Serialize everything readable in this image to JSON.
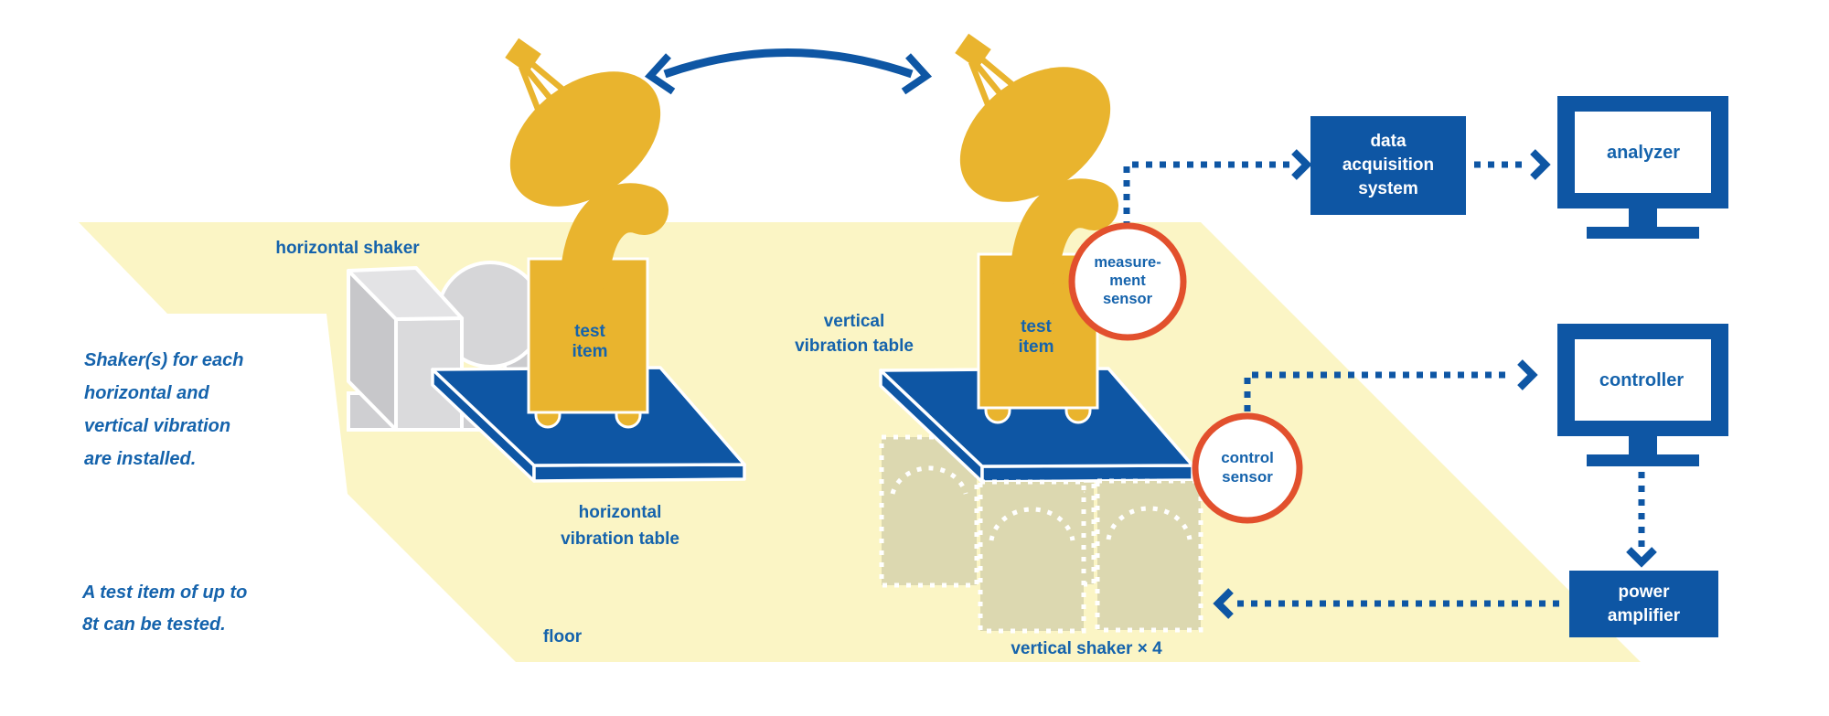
{
  "diagram": {
    "notes": {
      "shakers": [
        "Shaker(s) for each",
        "horizontal and",
        "vertical vibration",
        "are installed."
      ],
      "test_item_capacity": [
        "A test item of up to",
        "8t can be tested."
      ]
    },
    "labels": {
      "horizontal_shaker": "horizontal shaker",
      "test_item": "test item",
      "horizontal_vibration_table": "horizontal vibration table",
      "vertical_vibration_table": "vertical vibration table",
      "floor": "floor",
      "vertical_shaker_count": "vertical shaker × 4"
    },
    "sensors": {
      "measurement_lines": [
        "measure-",
        "ment",
        "sensor"
      ],
      "control": "control sensor"
    },
    "equipment": {
      "data_acquisition": "data acquisition system",
      "analyzer": "analyzer",
      "controller": "controller",
      "power_amplifier": "power amplifier"
    }
  },
  "colors": {
    "blue": "#0E56A4",
    "label_blue": "#1563AC",
    "gold": "#E9B42E",
    "floor_yellow": "#FBF5C5",
    "shaker_beige": "#DCD8B0",
    "sensor_red": "#E2502D",
    "machine_gray": "#D6D6D8",
    "white": "#FFFFFF"
  }
}
